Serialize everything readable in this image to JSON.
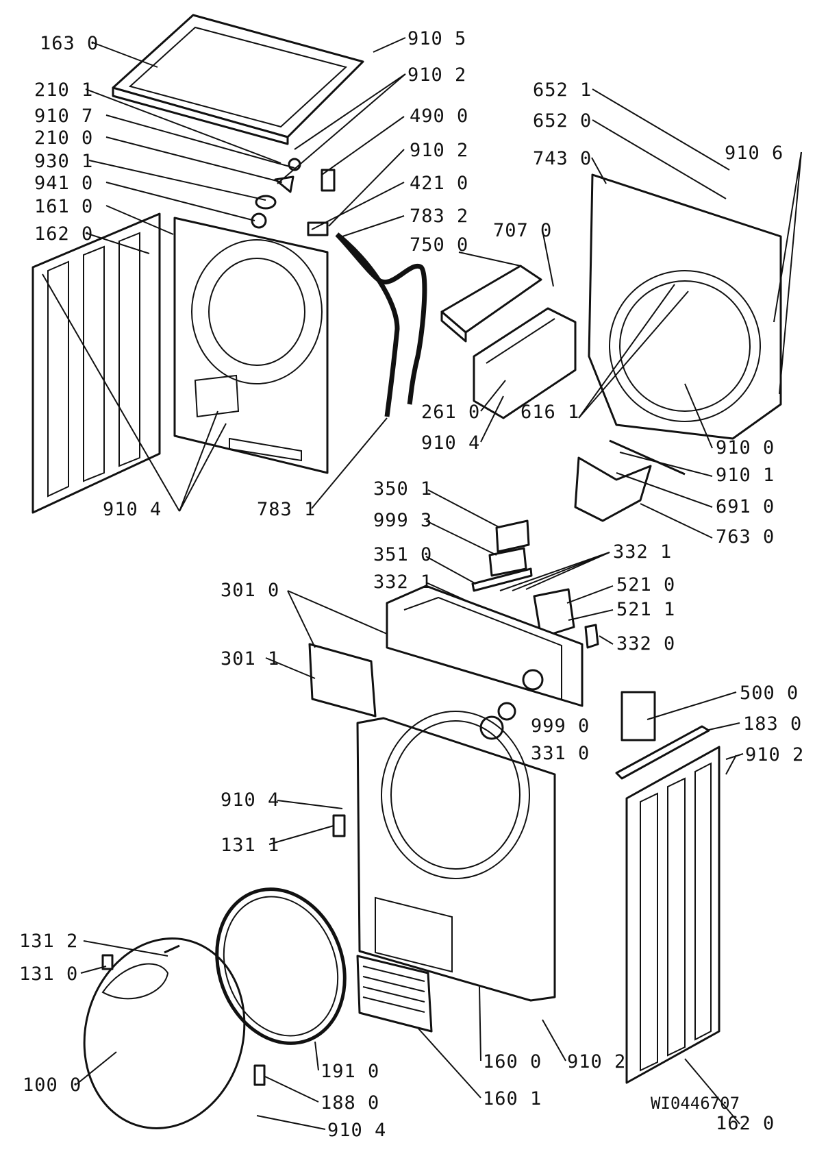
{
  "labels": [
    "163 0",
    "910 5",
    "910 2",
    "210 1",
    "910 7",
    "490 0",
    "210 0",
    "910 2",
    "930 1",
    "421 0",
    "941 0",
    "783 2",
    "161 0",
    "750 0",
    "707 0",
    "162 0",
    "652 1",
    "652 0",
    "743 0",
    "910 6",
    "910 4",
    "783 1",
    "261 0",
    "910 4",
    "616 1",
    "910 0",
    "910 1",
    "691 0",
    "763 0",
    "350 1",
    "999 3",
    "351 0",
    "332 1",
    "332 1",
    "521 0",
    "521 1",
    "332 0",
    "301 0",
    "301 1",
    "999 0",
    "331 0",
    "500 0",
    "183 0",
    "910 2",
    "910 4",
    "131 1",
    "131 2",
    "131 0",
    "191 0",
    "188 0",
    "100 0",
    "910 4",
    "160 1",
    "160 0",
    "910 2",
    "162 0"
  ],
  "diagram_code": "WI0446707"
}
